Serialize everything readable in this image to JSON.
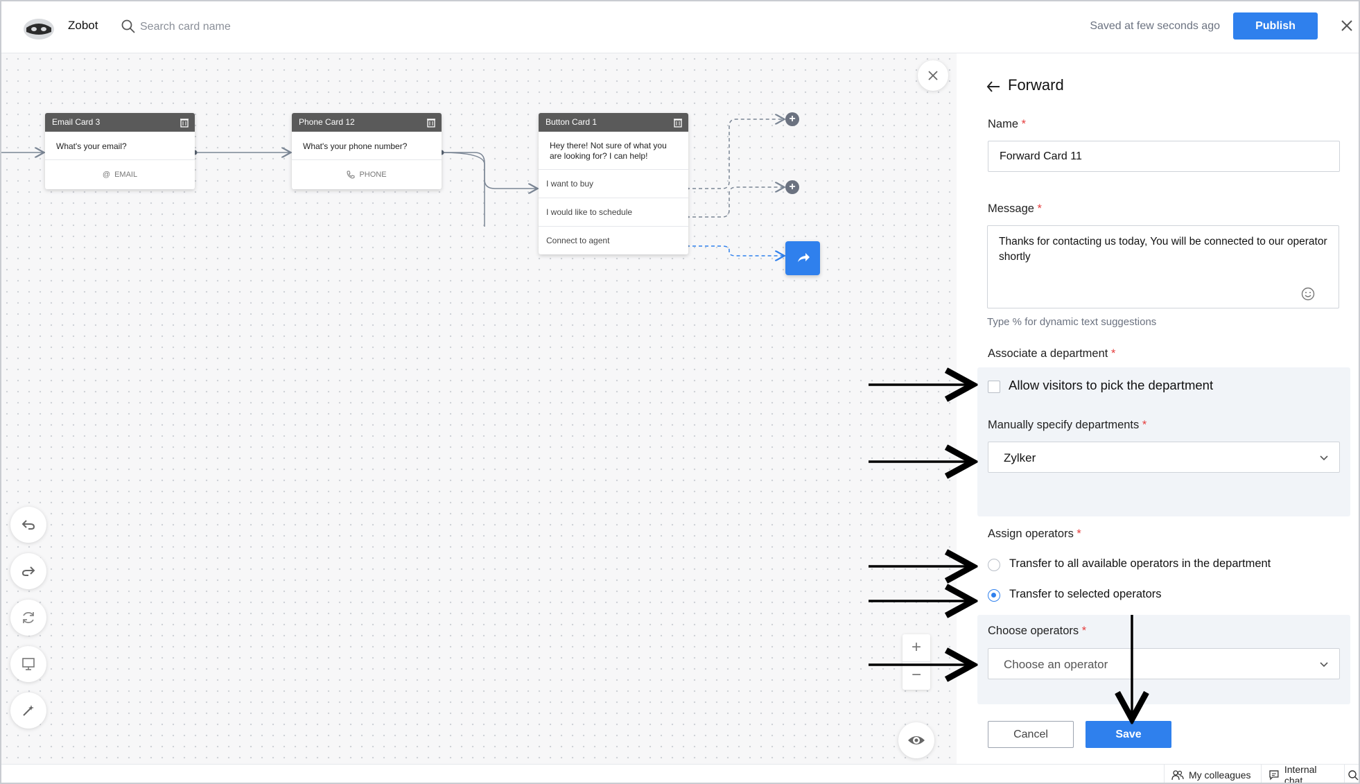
{
  "header": {
    "app_name": "Zobot",
    "search_placeholder": "Search card name",
    "saved_status": "Saved at few seconds ago",
    "publish_label": "Publish"
  },
  "canvas": {
    "cards": [
      {
        "title": "Email Card 3",
        "question": "What's your email?",
        "footer": "EMAIL"
      },
      {
        "title": "Phone Card 12",
        "question": "What's your phone number?",
        "footer": "PHONE"
      },
      {
        "title": "Button Card 1",
        "question": "Hey there! Not sure of what you are looking for? I can help!",
        "options": [
          "I want to buy",
          "I would like to schedule",
          "Connect to agent"
        ]
      }
    ],
    "tools": [
      "undo-icon",
      "redo-icon",
      "refresh-icon",
      "monitor-icon",
      "magic-wand-icon"
    ],
    "zoom_in": "+",
    "zoom_out": "−"
  },
  "panel": {
    "title": "Forward",
    "name_label": "Name",
    "name_value": "Forward Card 11",
    "message_label": "Message",
    "message_value": "Thanks for contacting us today, You will be connected to our operator shortly",
    "message_hint": "Type % for dynamic text suggestions",
    "department_label": "Associate a department",
    "allow_pick_label": "Allow visitors to pick the department",
    "allow_pick_checked": false,
    "manual_dept_label": "Manually specify departments",
    "manual_dept_value": "Zylker",
    "assign_label": "Assign operators",
    "assign_options": [
      "Transfer to all available operators in the department",
      "Transfer to selected operators"
    ],
    "assign_selected": 1,
    "choose_operators_label": "Choose operators",
    "choose_operators_placeholder": "Choose an operator",
    "cancel_label": "Cancel",
    "save_label": "Save",
    "required_mark": "*"
  },
  "bottom_bar": {
    "colleagues": "My colleagues",
    "internal_chat": "Internal chat"
  },
  "colors": {
    "accent": "#2f80ed",
    "card_header": "#5a5a5a",
    "required": "#e53e3e"
  }
}
